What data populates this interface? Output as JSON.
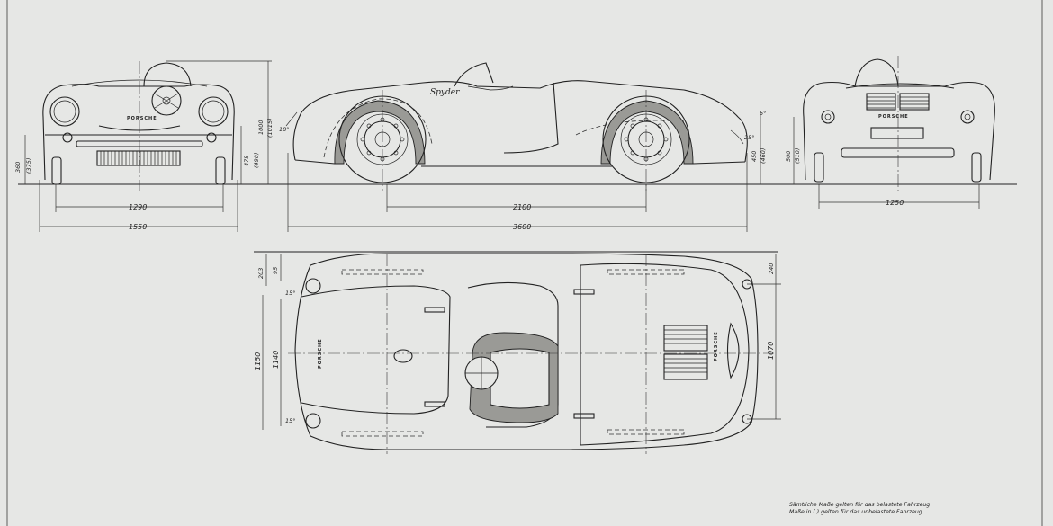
{
  "brand_text": "PORSCHE",
  "model_script": "Spyder",
  "dimensions": {
    "front_track": "1290",
    "overall_width": "1550",
    "front_lamp_height": "360",
    "front_lamp_height_unladen": "(375)",
    "front_bumper_height": "475",
    "front_bumper_height_unladen": "(490)",
    "overall_height": "1000",
    "overall_height_unladen": "(1015)",
    "wheelbase": "2100",
    "overall_length": "3600",
    "rear_height": "450",
    "rear_height_unladen": "(460)",
    "rear_lamp_height": "500",
    "rear_lamp_height_unladen": "(510)",
    "rear_track": "1250",
    "front_angle": "18°",
    "rear_angle": "25°",
    "rear_top_angle": "5°",
    "top_front_overhang": "203",
    "top_lamp_offset": "95",
    "top_front_width_a": "1150",
    "top_front_width_b": "1140",
    "top_rear_overhang": "240",
    "top_rear_width": "1070",
    "top_lamp_angle_a": "15°",
    "top_lamp_angle_b": "15°"
  },
  "notes": {
    "line1": "Sämtliche Maße gelten für das belastete Fahrzeug",
    "line2": "Maße in ( ) gelten für das unbelastete Fahrzeug"
  },
  "colors": {
    "paper": "#e6e7e5",
    "ink": "#222222"
  }
}
